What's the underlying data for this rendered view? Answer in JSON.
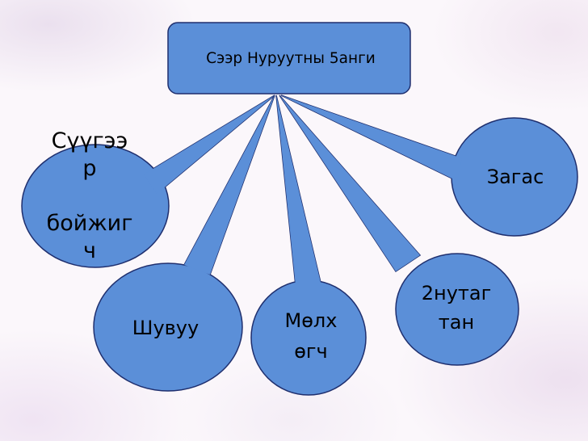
{
  "diagram": {
    "title": "Сээр Нуруутны 5анги",
    "nodes": [
      {
        "id": "mammals",
        "label": "Сүүгээ\nр\n\nбойжиг\nч"
      },
      {
        "id": "birds",
        "label": "Шувуу"
      },
      {
        "id": "amphibians",
        "label": "Мөлх\nөгч"
      },
      {
        "id": "reptiles",
        "label": "2нутаг\nтан"
      },
      {
        "id": "fish",
        "label": "Загас"
      }
    ]
  },
  "colors": {
    "shape_fill": "#5b8fd8",
    "shape_stroke": "#1f2f6e",
    "text": "#000000"
  }
}
